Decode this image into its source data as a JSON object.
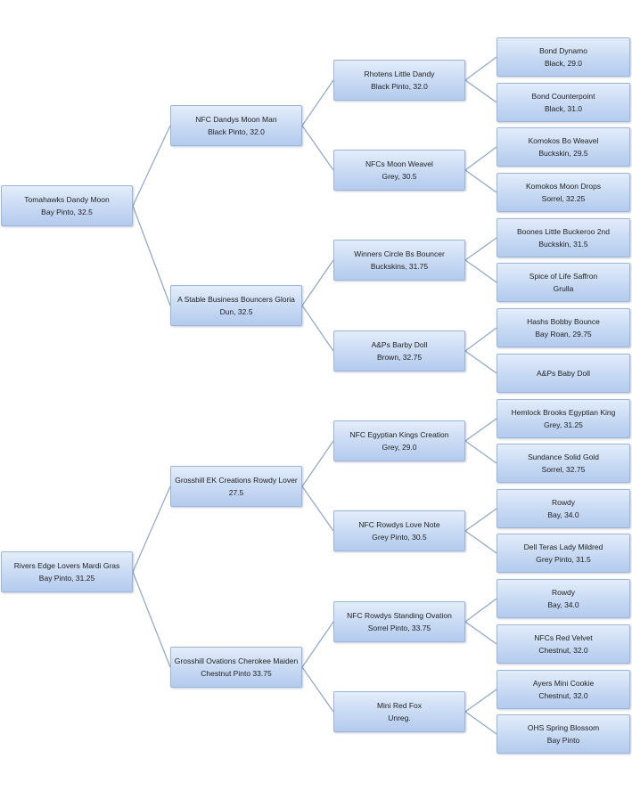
{
  "horses": {
    "a": {
      "name": "Tomahawks Dandy Moon",
      "desc": "Bay Pinto, 32.5"
    },
    "a1": {
      "name": "NFC Dandys Moon Man",
      "desc": "Black Pinto, 32.0"
    },
    "a2": {
      "name": "A Stable Business Bouncers Gloria",
      "desc": "Dun, 32.5"
    },
    "a11": {
      "name": "Rhotens Little Dandy",
      "desc": "Black Pinto, 32.0"
    },
    "a12": {
      "name": "NFCs Moon Weavel",
      "desc": "Grey, 30.5"
    },
    "a21": {
      "name": "Winners Circle Bs Bouncer",
      "desc": "Buckskins, 31.75"
    },
    "a22": {
      "name": "A&Ps Barby Doll",
      "desc": "Brown, 32.75"
    },
    "a111": {
      "name": "Bond Dynamo",
      "desc": "Black, 29.0"
    },
    "a112": {
      "name": "Bond Counterpoint",
      "desc": "Black, 31.0"
    },
    "a121": {
      "name": "Komokos Bo Weavel",
      "desc": "Buckskin, 29.5"
    },
    "a122": {
      "name": "Komokos Moon Drops",
      "desc": "Sorrel, 32.25"
    },
    "a211": {
      "name": "Boones Little Buckeroo 2nd",
      "desc": "Buckskin, 31.5"
    },
    "a212": {
      "name": "Spice of Life Saffron",
      "desc": "Grulla"
    },
    "a221": {
      "name": "Hashs Bobby Bounce",
      "desc": "Bay Roan, 29.75"
    },
    "a222": {
      "name": "A&Ps Baby Doll",
      "desc": ""
    },
    "b": {
      "name": "Rivers Edge Lovers Mardi Gras",
      "desc": "Bay Pinto, 31.25"
    },
    "b1": {
      "name": "Grosshill EK Creations Rowdy Lover",
      "desc": "27.5"
    },
    "b2": {
      "name": "Grosshill Ovations Cherokee Maiden",
      "desc": "Chestnut Pinto 33.75"
    },
    "b11": {
      "name": "NFC Egyptian Kings Creation",
      "desc": "Grey, 29.0"
    },
    "b12": {
      "name": "NFC Rowdys Love Note",
      "desc": "Grey Pinto, 30.5"
    },
    "b21": {
      "name": "NFC Rowdys Standing Ovation",
      "desc": "Sorrel Pinto, 33.75"
    },
    "b22": {
      "name": "Mini Red Fox",
      "desc": "Unreg."
    },
    "b111": {
      "name": "Hemlock Brooks Egyptian King",
      "desc": "Grey, 31.25"
    },
    "b112": {
      "name": "Sundance Solid Gold",
      "desc": "Sorrel, 32.75"
    },
    "b121": {
      "name": "Rowdy",
      "desc": "Bay, 34.0"
    },
    "b122": {
      "name": "Dell Teras Lady Mildred",
      "desc": "Grey Pinto, 31.5"
    },
    "b211": {
      "name": "Rowdy",
      "desc": "Bay, 34.0"
    },
    "b212": {
      "name": "NFCs Red Velvet",
      "desc": "Chestnut, 32.0"
    },
    "b221": {
      "name": "Ayers Mini Cookie",
      "desc": "Chestnut, 32.0"
    },
    "b222": {
      "name": "OHS Spring Blossom",
      "desc": "Bay Pinto"
    }
  }
}
